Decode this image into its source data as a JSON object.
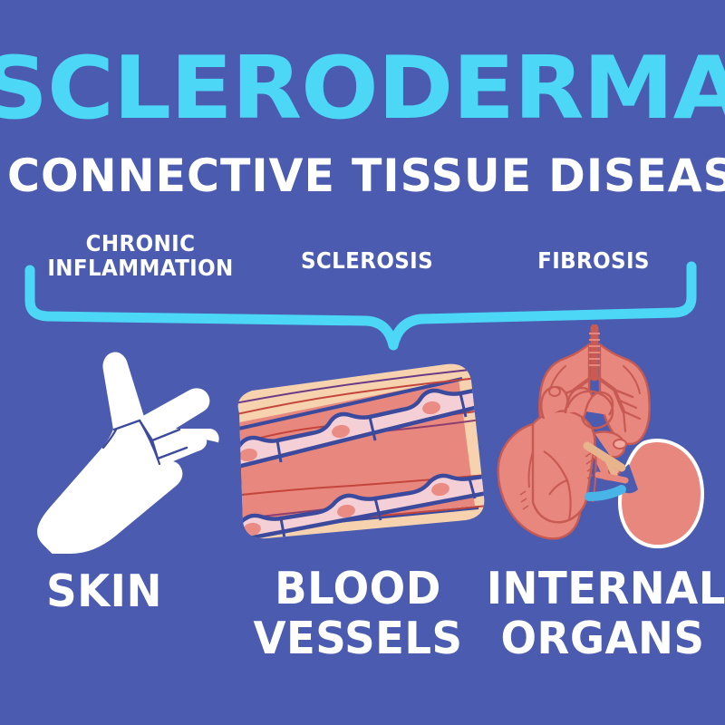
{
  "poster": {
    "background_color": "#4b5bb0",
    "accent_cyan": "#4cd7f6",
    "text_white": "#ffffff",
    "organ_salmon": "#e8877e",
    "organ_outline_red": "#c75a52",
    "vessel_cream": "#f6d3ae",
    "vessel_navy": "#3b4a9c",
    "title": "SCLERODERMA",
    "subtitle": "CONNECTIVE TISSUE DISEASE"
  },
  "stages": [
    {
      "id": "chronic-inflammation",
      "line1": "CHRONIC",
      "line2": "INFLAMMATION"
    },
    {
      "id": "sclerosis",
      "line1": "SCLEROSIS",
      "line2": ""
    },
    {
      "id": "fibrosis",
      "line1": "FIBROSIS",
      "line2": ""
    }
  ],
  "affected": [
    {
      "id": "skin",
      "icon": "hand-palm-icon",
      "line1": "SKIN",
      "line2": ""
    },
    {
      "id": "blood-vessels",
      "icon": "blood-vessel-icon",
      "line1": "BLOOD",
      "line2": "VESSELS"
    },
    {
      "id": "internal-organs",
      "icon": "organs-icon",
      "line1": "INTERNAL",
      "line2": "ORGANS"
    }
  ]
}
